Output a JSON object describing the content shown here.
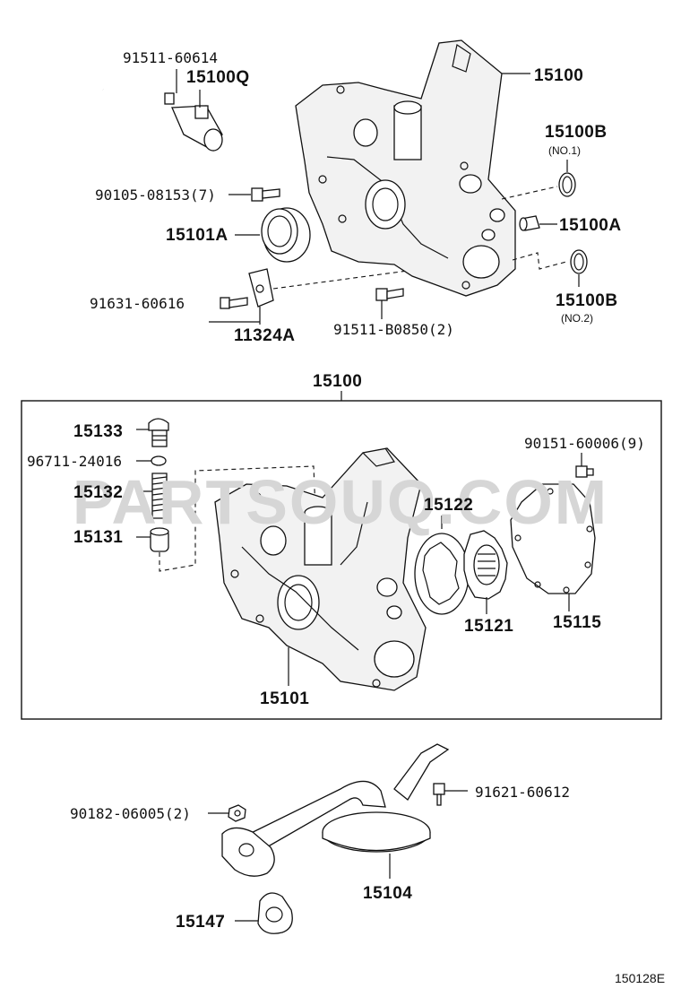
{
  "watermark": "PARTSOUQ.COM",
  "diagram_code": "150128E",
  "box_label": "15100",
  "labels": {
    "l_91511_60614": "91511-60614",
    "l_15100Q": "15100Q",
    "l_15100_top": "15100",
    "l_15100B_1": "15100B",
    "l_no1": "(NO.1)",
    "l_90105": "90105-08153(7)",
    "l_15101A": "15101A",
    "l_15100A": "15100A",
    "l_15100B_2": "15100B",
    "l_no2": "(NO.2)",
    "l_91631": "91631-60616",
    "l_11324A": "11324A",
    "l_91511_B0850": "91511-B0850(2)",
    "l_15133": "15133",
    "l_96711": "96711-24016",
    "l_15132": "15132",
    "l_15131": "15131",
    "l_90151": "90151-60006(9)",
    "l_15122": "15122",
    "l_15121": "15121",
    "l_15115": "15115",
    "l_15101": "15101",
    "l_91621": "91621-60612",
    "l_90182": "90182-06005(2)",
    "l_15104": "15104",
    "l_15147": "15147"
  }
}
